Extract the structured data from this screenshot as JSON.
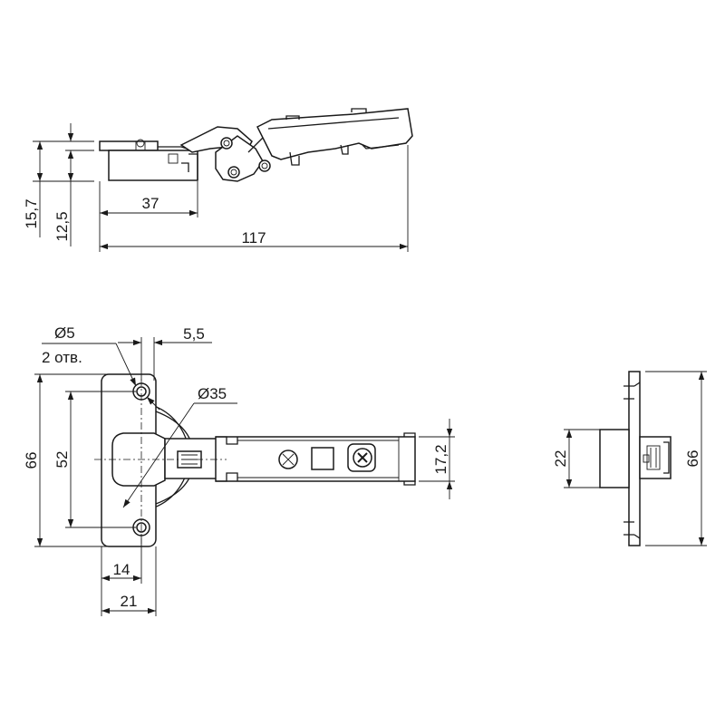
{
  "side_view": {
    "dim_overall_length": "117",
    "dim_cup_offset": "37",
    "dim_total_height": "15,7",
    "dim_plate_height": "12,5"
  },
  "front_view": {
    "dim_hole_diameter": "Ø5",
    "dim_hole_count": "2 отв.",
    "dim_hole_offset": "5,5",
    "dim_cup_diameter": "Ø35",
    "dim_plate_height": "66",
    "dim_hole_spacing": "52",
    "dim_arm_width": "17,2",
    "dim_hole_to_edge": "14",
    "dim_plate_width": "21"
  },
  "end_view": {
    "dim_block_height": "22",
    "dim_plate_height": "66"
  }
}
